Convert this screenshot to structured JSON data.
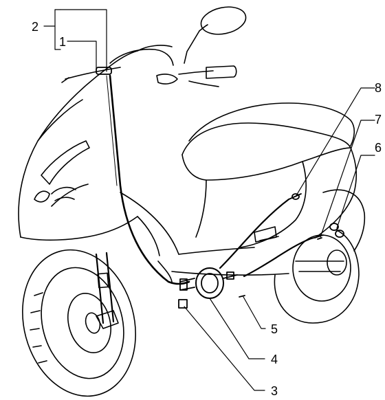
{
  "figure": {
    "type": "exploded parts diagram",
    "subject": "scooter",
    "ink_color": "#000000",
    "background": "#ffffff"
  },
  "callouts": [
    {
      "id": "c1",
      "label": "1"
    },
    {
      "id": "c2",
      "label": "2"
    },
    {
      "id": "c3",
      "label": "3"
    },
    {
      "id": "c4",
      "label": "4"
    },
    {
      "id": "c5",
      "label": "5"
    },
    {
      "id": "c6",
      "label": "6"
    },
    {
      "id": "c7",
      "label": "7"
    },
    {
      "id": "c8",
      "label": "8"
    }
  ]
}
